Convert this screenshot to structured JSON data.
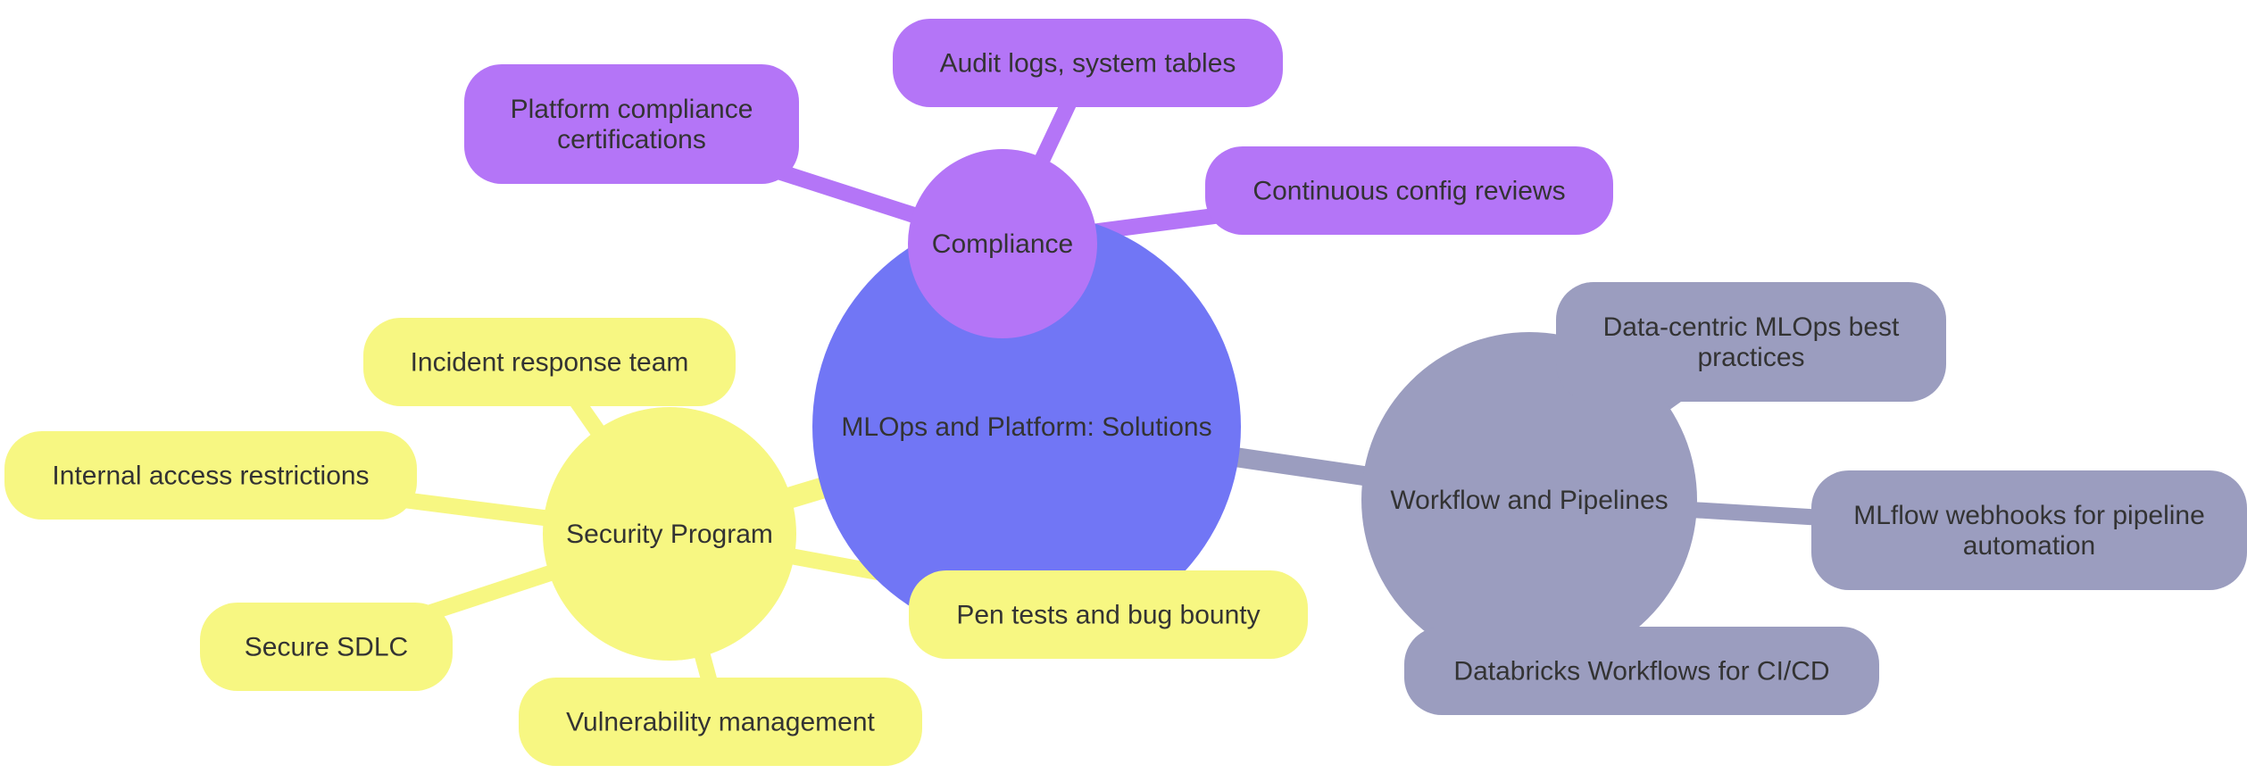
{
  "mindmap": {
    "root": {
      "label": "MLOps and Platform: Solutions",
      "color": "#7176f5"
    },
    "branches": [
      {
        "key": "compliance",
        "label": "Compliance",
        "color": "#b475f7",
        "children": [
          {
            "lines": [
              "Audit logs, system tables"
            ]
          },
          {
            "lines": [
              "Platform compliance",
              "certifications"
            ]
          },
          {
            "lines": [
              "Continuous config reviews"
            ]
          }
        ]
      },
      {
        "key": "security",
        "label": "Security Program",
        "color": "#f7f782",
        "children": [
          {
            "lines": [
              "Incident response team"
            ]
          },
          {
            "lines": [
              "Internal access restrictions"
            ]
          },
          {
            "lines": [
              "Secure SDLC"
            ]
          },
          {
            "lines": [
              "Vulnerability management"
            ]
          },
          {
            "lines": [
              "Pen tests and bug bounty"
            ]
          }
        ]
      },
      {
        "key": "workflow",
        "label": "Workflow and Pipelines",
        "color": "#9b9dbf",
        "children": [
          {
            "lines": [
              "Data-centric MLOps best",
              "practices"
            ]
          },
          {
            "lines": [
              "MLflow webhooks for pipeline",
              "automation"
            ]
          },
          {
            "lines": [
              "Databricks Workflows for CI/CD"
            ]
          }
        ]
      }
    ]
  }
}
